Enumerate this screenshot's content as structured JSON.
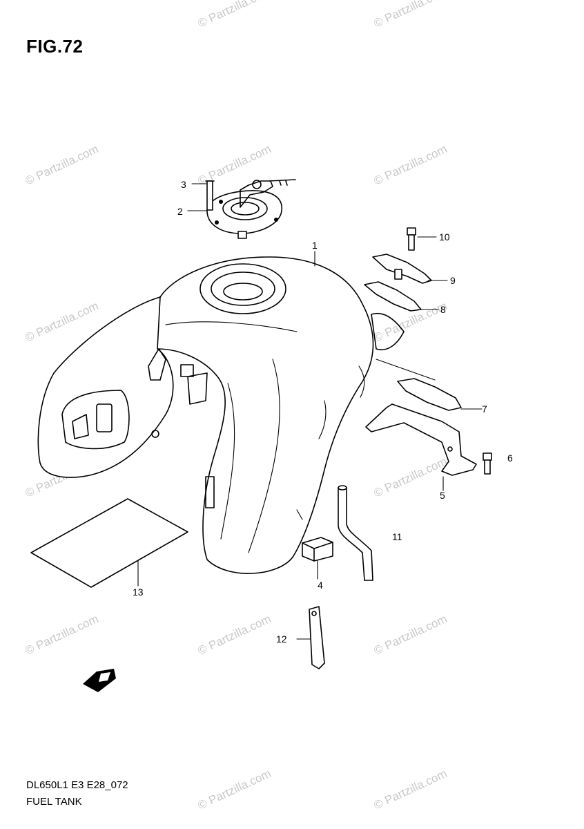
{
  "figure": {
    "title": "FIG.72"
  },
  "footer": {
    "code": "DL650L1 E3 E28_072",
    "name": "FUEL TANK"
  },
  "watermark": {
    "text": "© Partzilla.com",
    "color": "#c8c8c8"
  },
  "parts": [
    {
      "label": "1"
    },
    {
      "label": "2"
    },
    {
      "label": "3"
    },
    {
      "label": "4"
    },
    {
      "label": "5"
    },
    {
      "label": "6"
    },
    {
      "label": "7"
    },
    {
      "label": "8"
    },
    {
      "label": "9"
    },
    {
      "label": "10"
    },
    {
      "label": "11"
    },
    {
      "label": "12"
    },
    {
      "label": "13"
    }
  ],
  "icons": {
    "direction": "arrow-left-icon"
  }
}
